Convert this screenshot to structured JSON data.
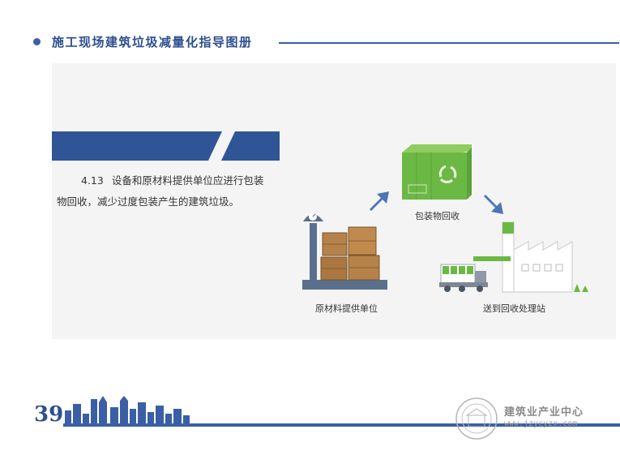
{
  "header": {
    "title": "施工现场建筑垃圾减量化指导图册"
  },
  "section": {
    "number": "4.13",
    "text_line1": "设备和原材料提供单位应进行包装",
    "text_line2": "物回收，减少过度包装产生的建筑垃圾。"
  },
  "illustration": {
    "supplier_caption": "原材料提供单位",
    "package_caption": "包装物回收",
    "station_caption": "送到回收处理站"
  },
  "footer": {
    "page_number": "39",
    "watermark_name": "建筑业产业中心",
    "watermark_url": "www.jzycyzx.com"
  },
  "colors": {
    "brand_blue": "#3a5fa5",
    "title_blue": "#2d4f8f",
    "box_green": "#6cb845",
    "crate_brown": "#b5824a"
  }
}
